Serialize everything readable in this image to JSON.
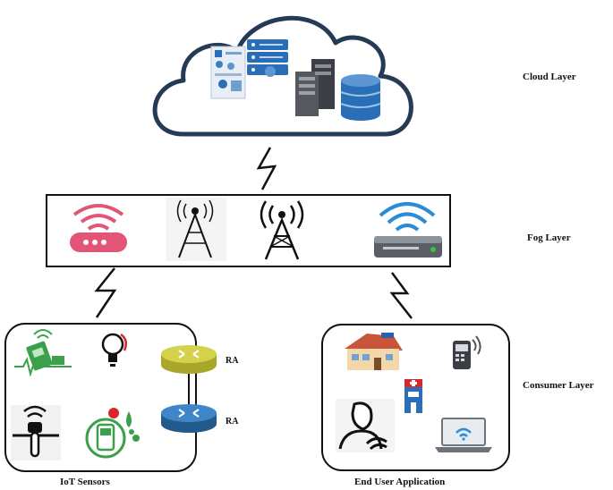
{
  "layers": {
    "cloud": "Cloud Layer",
    "fog": "Fog Layer",
    "consumer": "Consumer Layer"
  },
  "groups": {
    "iot_sensors": "IoT Sensors",
    "end_user_application": "End User Application"
  },
  "routers": {
    "top": "RA",
    "bottom": "RA"
  },
  "colors": {
    "cloud_outline": "#243a55",
    "server_blue": "#2a6eb8",
    "router_yellow": "#c9c63a",
    "router_blue": "#2f6ea8",
    "wifi_pink": "#e25577",
    "sensor_green": "#3aa04a",
    "icon_dark": "#111111"
  },
  "icons": [
    "cloud-icon",
    "server-rack-icon",
    "database-icon",
    "app-panel-icon",
    "lightning-icon",
    "wifi-router-icon",
    "cell-tower-icon",
    "radio-tower-icon",
    "modem-icon",
    "sensor-icon",
    "bulb-icon",
    "water-sensor-icon",
    "house-icon",
    "phone-icon",
    "hospital-icon",
    "user-icon",
    "laptop-icon",
    "router-icon"
  ]
}
